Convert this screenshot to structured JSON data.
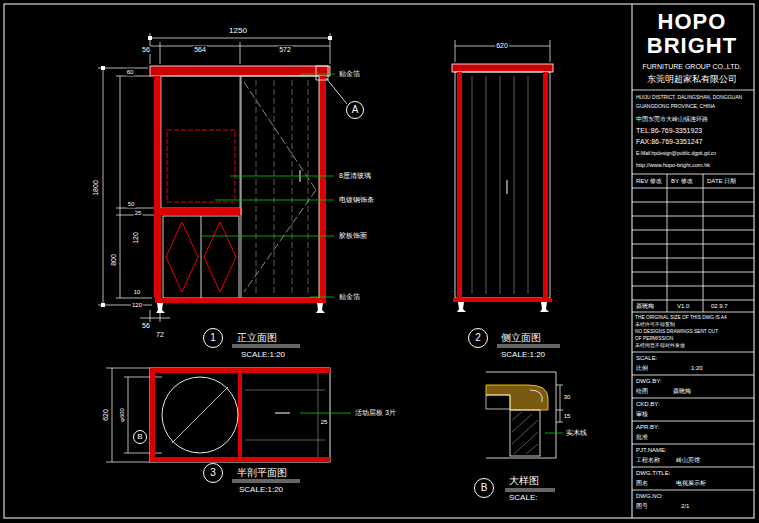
{
  "diagram": {
    "nodes": [
      {
        "text": [
          "A"
        ]
      },
      {
        "text": [
          "1"
        ]
      },
      {
        "text": [
          "2"
        ]
      },
      {
        "text": [
          "3"
        ]
      },
      {
        "text": [
          "B"
        ]
      },
      {
        "text": [
          "B"
        ]
      }
    ],
    "labels": [
      "1250",
      "56",
      "564",
      "572",
      "1800",
      "60",
      "50",
      "25",
      "120",
      "800",
      "10",
      "120",
      "56",
      "72",
      "贴金箔",
      "8厘清玻璃",
      "电镀钢饰条",
      "胶板饰面",
      "贴金箔",
      "正立面图",
      "SCALE:1:20",
      "620",
      "侧立面图",
      "SCALE:1:20",
      "620",
      "φ600",
      "25",
      "活动层板 3片",
      "半剖平面图",
      "SCALE:1:20",
      "30",
      "15",
      "实木线",
      "大样图",
      "SCALE:",
      "HOPO",
      "BRIGHT",
      "FURNITURE GROUP CO.,LTD.",
      "东莞明超家私有限公司",
      "HUIJU DISTRICT, DALINGSHAN, DONGGUAN",
      "GUANGDONG PROVINCE, CHINA",
      "中国东莞市大岭山镇连环路",
      "TEL:86-769-3351923",
      "FAX:86-769-3351247",
      "E-Mail:hpdesign@public.dgptt.gd.cn",
      "http://www.hopo-bright.com.hk",
      "REV 修改",
      "BY 修改",
      "DATE 日期",
      "聂晓梅",
      "V1.0",
      "02.9.7",
      "THE ORIGINAL SIZE OF THIS DWG IS A4",
      "未经许可不得复制",
      "NO DESIGNS DRAWINGS SENT OUT",
      "OF PERMISSION",
      "未经同意不得对外发放",
      "SCALE:",
      "比例",
      "1:20",
      "DWG.BY:",
      "绘图",
      "聂晓梅",
      "CKD.BY:",
      "审核",
      "APR.BY:",
      "批准",
      "PJT.NAME:",
      "工程名称",
      "岭山宾馆",
      "DWG.TITLE:",
      "图名",
      "电视展示柜",
      "DWG.NO:",
      "图号",
      "2/1"
    ]
  }
}
